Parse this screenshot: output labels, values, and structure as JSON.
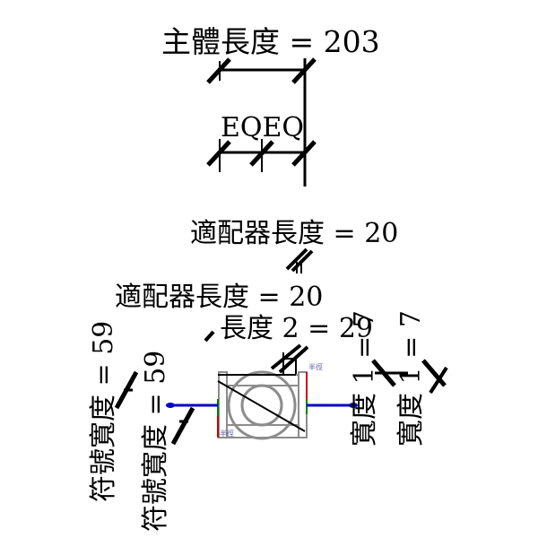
{
  "dimensions": {
    "body_length": "主體長度 = 203",
    "eq_label": "EQEQ",
    "adapter_length_top": "適配器長度 = 20",
    "adapter_length_mid": "適配器長度 = 20",
    "length2": "長度 2 = 29",
    "symbol_width_1": "符號寬度 = 59",
    "symbol_width_2": "符號寬度 = 59",
    "width1_a": "寬度 1 = 7",
    "width1_b": "寬度 1 = 7"
  },
  "annotations": {
    "radius_right": "半徑",
    "radius_left": "半徑"
  },
  "colors": {
    "dimension": "#000000",
    "body": "#8c8c8c",
    "connector": "#0000c8",
    "flange_red": "#d00000",
    "flange_green": "#008000",
    "annotation": "#5a5aa0"
  }
}
